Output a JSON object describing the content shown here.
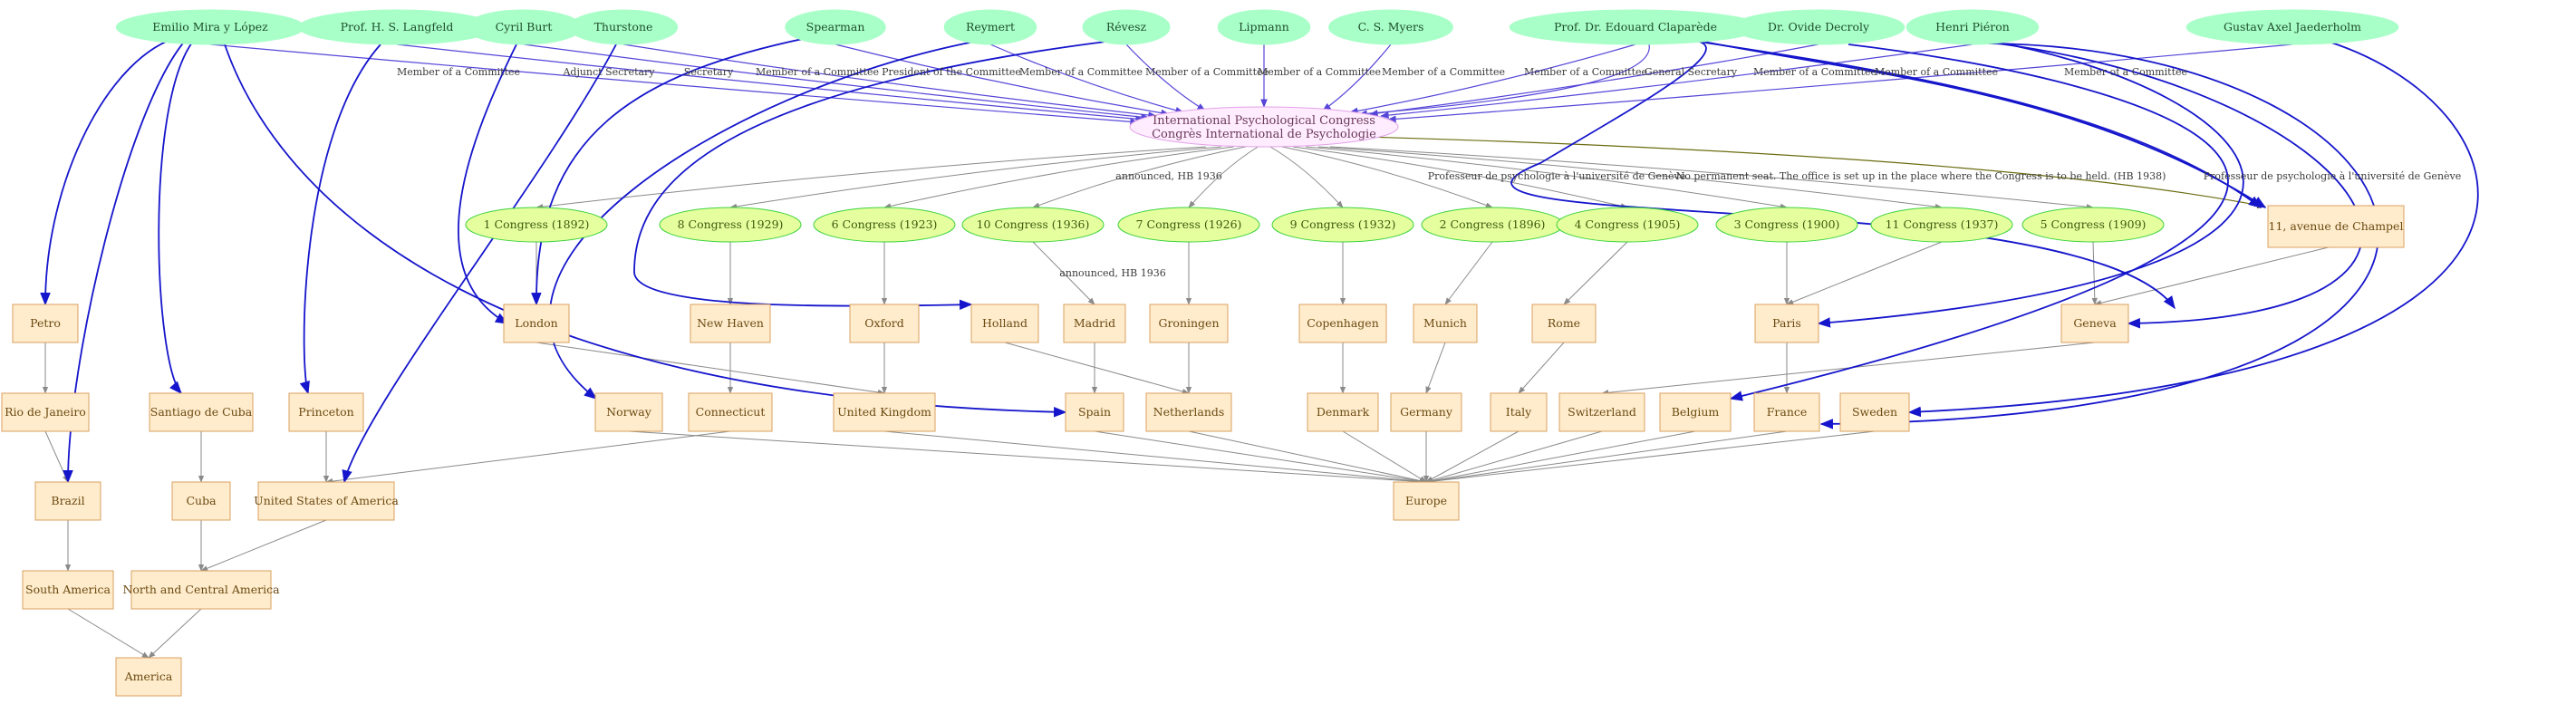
{
  "diagram": {
    "center": {
      "id": "ipc",
      "line1": "International Psychological Congress",
      "line2": "Congrès International de Psychologie"
    },
    "persons": [
      {
        "id": "mira",
        "label": "Emilio Mira y López"
      },
      {
        "id": "langfeld",
        "label": "Prof. H. S. Langfeld"
      },
      {
        "id": "burt",
        "label": "Cyril Burt"
      },
      {
        "id": "thurstone",
        "label": "Thurstone"
      },
      {
        "id": "spearman",
        "label": "Spearman"
      },
      {
        "id": "reymert",
        "label": "Reymert"
      },
      {
        "id": "revesz",
        "label": "Révesz"
      },
      {
        "id": "lipmann",
        "label": "Lipmann"
      },
      {
        "id": "myers",
        "label": "C. S. Myers"
      },
      {
        "id": "claparede",
        "label": "Prof. Dr. Edouard Claparède"
      },
      {
        "id": "decroly",
        "label": "Dr. Ovide Decroly"
      },
      {
        "id": "pieron",
        "label": "Henri Piéron"
      },
      {
        "id": "jaederholm",
        "label": "Gustav Axel Jaederholm"
      }
    ],
    "congresses": [
      {
        "id": "c1",
        "label": "1 Congress (1892)"
      },
      {
        "id": "c8",
        "label": "8 Congress (1929)"
      },
      {
        "id": "c6",
        "label": "6 Congress (1923)"
      },
      {
        "id": "c10",
        "label": "10 Congress (1936)"
      },
      {
        "id": "c7",
        "label": "7 Congress (1926)"
      },
      {
        "id": "c9",
        "label": "9 Congress (1932)"
      },
      {
        "id": "c2",
        "label": "2 Congress (1896)"
      },
      {
        "id": "c4",
        "label": "4 Congress (1905)"
      },
      {
        "id": "c3",
        "label": "3 Congress (1900)"
      },
      {
        "id": "c11",
        "label": "11 Congress (1937)"
      },
      {
        "id": "c5",
        "label": "5 Congress (1909)"
      }
    ],
    "places": [
      {
        "id": "champel",
        "label": "11, avenue de Champel"
      },
      {
        "id": "petro",
        "label": "Petro"
      },
      {
        "id": "london",
        "label": "London"
      },
      {
        "id": "newhaven",
        "label": "New Haven"
      },
      {
        "id": "oxford",
        "label": "Oxford"
      },
      {
        "id": "holland",
        "label": "Holland"
      },
      {
        "id": "madrid",
        "label": "Madrid"
      },
      {
        "id": "groningen",
        "label": "Groningen"
      },
      {
        "id": "copenhagen",
        "label": "Copenhagen"
      },
      {
        "id": "munich",
        "label": "Munich"
      },
      {
        "id": "rome",
        "label": "Rome"
      },
      {
        "id": "paris",
        "label": "Paris"
      },
      {
        "id": "geneva",
        "label": "Geneva"
      },
      {
        "id": "rio",
        "label": "Rio de Janeiro"
      },
      {
        "id": "santiago",
        "label": "Santiago de Cuba"
      },
      {
        "id": "princeton",
        "label": "Princeton"
      },
      {
        "id": "norway",
        "label": "Norway"
      },
      {
        "id": "connecticut",
        "label": "Connecticut"
      },
      {
        "id": "uk",
        "label": "United Kingdom"
      },
      {
        "id": "spain",
        "label": "Spain"
      },
      {
        "id": "netherlands",
        "label": "Netherlands"
      },
      {
        "id": "denmark",
        "label": "Denmark"
      },
      {
        "id": "germany",
        "label": "Germany"
      },
      {
        "id": "italy",
        "label": "Italy"
      },
      {
        "id": "switzerland",
        "label": "Switzerland"
      },
      {
        "id": "belgium",
        "label": "Belgium"
      },
      {
        "id": "france",
        "label": "France"
      },
      {
        "id": "sweden",
        "label": "Sweden"
      },
      {
        "id": "brazil",
        "label": "Brazil"
      },
      {
        "id": "cuba",
        "label": "Cuba"
      },
      {
        "id": "usa",
        "label": "United States of America"
      },
      {
        "id": "europe",
        "label": "Europe"
      },
      {
        "id": "southamerica",
        "label": "South America"
      },
      {
        "id": "nca",
        "label": "North and Central America"
      },
      {
        "id": "america",
        "label": "America"
      }
    ],
    "edge_labels": {
      "mira": "Member of a Committee",
      "langfeld": "Adjunct Secretary",
      "burt": "Secretary",
      "thurstone": "Member of a Committee",
      "spearman": "President of the Committee",
      "reymert": "Member of a Committee",
      "revesz": "Member of a Committee",
      "lipmann": "Member of a Committee",
      "myers": "Member of a Committee",
      "claparede": "Member of a Committee",
      "claparede_sec": "General Secretary",
      "decroly": "Member of a Committee",
      "pieron": "Member of a Committee",
      "jaederholm": "Member of a Committee",
      "c10_announced": "announced, HB 1936",
      "madrid_announced": "announced, HB 1936",
      "ipc_champel": "No permanent seat. The office is set up in the place where the Congress is to be held. (HB 1938)",
      "claparede_geneva_1": "Professeur de psychologie à l'université de Genève",
      "claparede_geneva_2": "Professeur de psychologie à l'université de Genève"
    }
  }
}
